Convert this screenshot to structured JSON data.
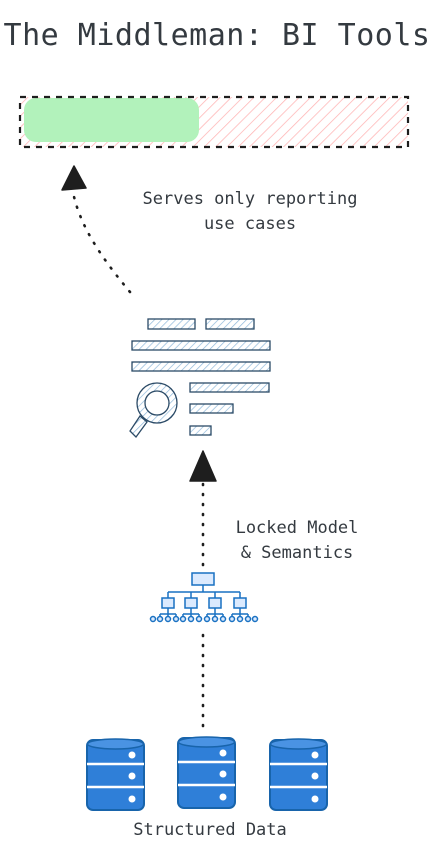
{
  "title": "The Middleman: BI Tools",
  "coverage_bar": {
    "served_fraction": 0.46,
    "served_color": "#b2f2bb",
    "unserved_color": "#ffc9c9"
  },
  "annotation_top": {
    "line1": "Serves only reporting",
    "line2": "use cases"
  },
  "annotation_middle": {
    "line1": "Locked Model",
    "line2": "& Semantics"
  },
  "footer_label": "Structured Data",
  "icons": {
    "bi_tool": "report-magnifier-icon",
    "model": "hierarchy-icon",
    "database": "database-icon"
  },
  "colors": {
    "ink": "#343a40",
    "hatch": "#a5c8e4",
    "db_blue": "#1971c2",
    "db_fill": "#2f7fd8"
  }
}
